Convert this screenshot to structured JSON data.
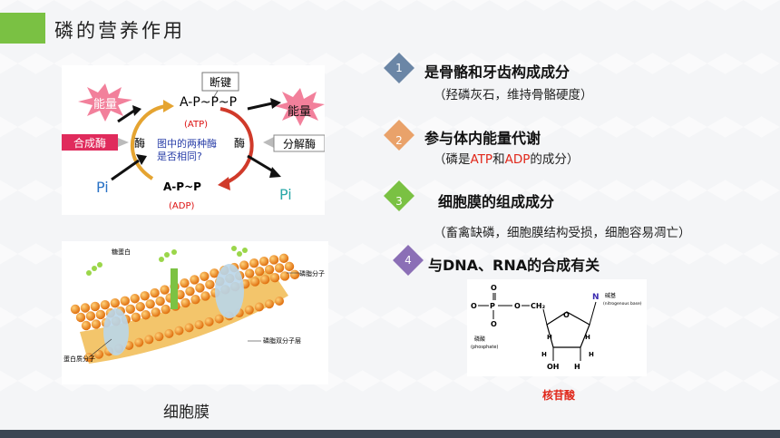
{
  "slide": {
    "title": "磷的营养作用",
    "accent_color": "#7ac143",
    "footer_color": "#3c4653"
  },
  "atp_diagram": {
    "break_bond": "断键",
    "atp_formula": "A-P~P~P",
    "atp_label": "(ATP)",
    "energy_left": "能量",
    "energy_right": "能量",
    "synthase": "合成酶",
    "enzyme_left": "酶",
    "enzyme_right": "酶",
    "hydrolase": "分解酶",
    "question_line1": "图中的两种酶",
    "question_line2": "是否相同?",
    "pi_left": "Pi",
    "pi_right": "Pi",
    "adp_formula": "A-P~P",
    "adp_label": "(ADP)"
  },
  "membrane": {
    "caption": "细胞膜",
    "label_protein": "糖蛋白",
    "label_protein_molecule": "蛋白质分子",
    "label_bilayer": "磷脂双分子层",
    "label_phospholipid": "磷脂分子"
  },
  "items": [
    {
      "number": "1",
      "color": "#6b86a6",
      "title": "是骨骼和牙齿构成成分",
      "sub": "（羟磷灰石，维持骨骼硬度）"
    },
    {
      "number": "2",
      "color": "#e9a26a",
      "title": "参与体内能量代谢",
      "sub_pre": "（磷是",
      "sub_atp": "ATP",
      "sub_and": "和",
      "sub_adp": "ADP",
      "sub_post": "的成分）"
    },
    {
      "number": "3",
      "color": "#7ac143",
      "title": "细胞膜的组成成分",
      "sub": "（畜禽缺磷，细胞膜结构受损，细胞容易凋亡）"
    },
    {
      "number": "4",
      "color": "#8b6fb6",
      "title": "与DNA、RNA的合成有关"
    }
  ],
  "nucleotide": {
    "caption": "核苷酸",
    "base_symbol": "N",
    "base_label": "碱基",
    "base_en": "(nitrogenous base)",
    "phosphate_label": "磷酸",
    "phosphate_en": "(phosphate)",
    "p_symbol": "P",
    "o_symbol": "O",
    "ch2": "CH₂",
    "h": "H",
    "oh": "OH"
  }
}
